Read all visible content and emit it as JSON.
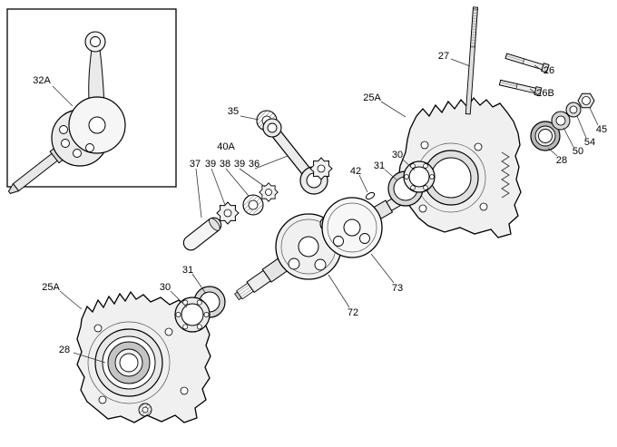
{
  "figure": {
    "kind": "exploded-parts-diagram",
    "subject": "crankcase and crankshaft assembly"
  },
  "labels": [
    {
      "text": "32A",
      "part": "crankshaft-assembly-complete"
    },
    {
      "text": "35",
      "part": "small-end-needle-bearing"
    },
    {
      "text": "40A",
      "part": "connecting-rod-kit"
    },
    {
      "text": "37",
      "part": "crank-pin"
    },
    {
      "text": "39",
      "part": "thrust-washer"
    },
    {
      "text": "38",
      "part": "big-end-needle-bearing"
    },
    {
      "text": "39",
      "part": "thrust-washer"
    },
    {
      "text": "36",
      "part": "connecting-rod"
    },
    {
      "text": "27",
      "part": "stud"
    },
    {
      "text": "26",
      "part": "bolt"
    },
    {
      "text": "26B",
      "part": "bolt"
    },
    {
      "text": "25A",
      "part": "crankcase-half-right"
    },
    {
      "text": "45",
      "part": "nut"
    },
    {
      "text": "54",
      "part": "washer"
    },
    {
      "text": "50",
      "part": "washer"
    },
    {
      "text": "28",
      "part": "oil-seal"
    },
    {
      "text": "30",
      "part": "ball-bearing"
    },
    {
      "text": "31",
      "part": "seal-ring"
    },
    {
      "text": "42",
      "part": "woodruff-key"
    },
    {
      "text": "73",
      "part": "crankshaft-half-right"
    },
    {
      "text": "72",
      "part": "crankshaft-half-left"
    },
    {
      "text": "31",
      "part": "seal-ring"
    },
    {
      "text": "30",
      "part": "ball-bearing"
    },
    {
      "text": "25A",
      "part": "crankcase-half-left"
    },
    {
      "text": "28",
      "part": "oil-seal"
    }
  ],
  "colors": {
    "line": "#000000",
    "leader": "#333333",
    "fill_light": "#f0f0f0",
    "fill_mid": "#d8d8d8",
    "fill_dark": "#b9b9b9"
  }
}
